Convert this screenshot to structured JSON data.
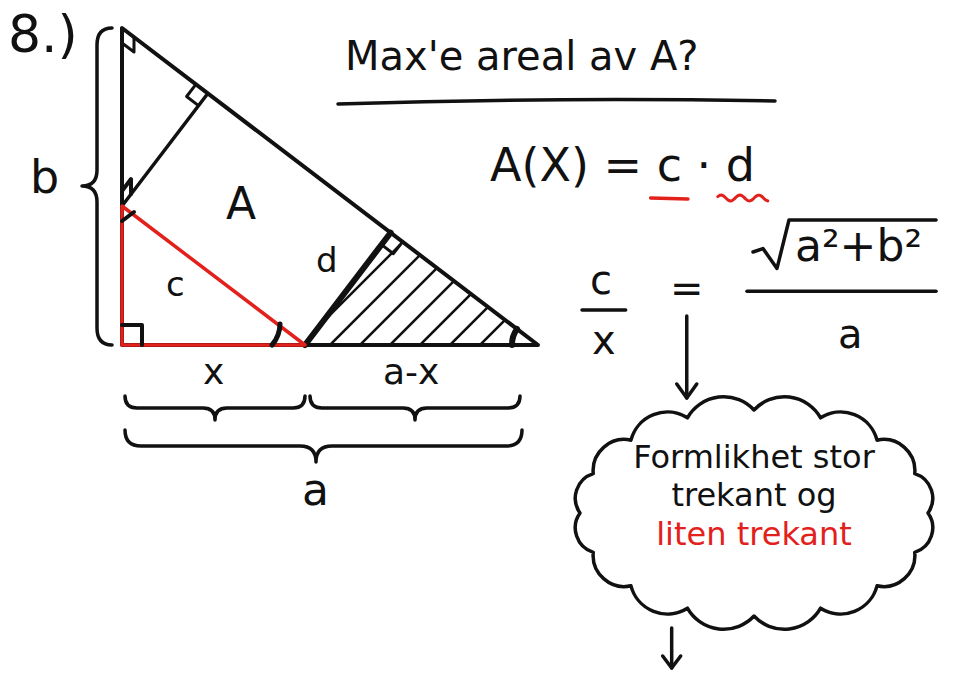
{
  "diagram": {
    "title": "Max'e areal av A?",
    "nodes": [
      {
        "text": [
          "Formlikhet stor trekant og",
          "liten trekant"
        ]
      }
    ],
    "labels": [
      "8.)",
      "b",
      "A",
      "c",
      "d",
      "x",
      "a-x",
      "a",
      "A(X) = c · d",
      "c",
      "x",
      "=",
      "a²+b²",
      "a"
    ]
  }
}
